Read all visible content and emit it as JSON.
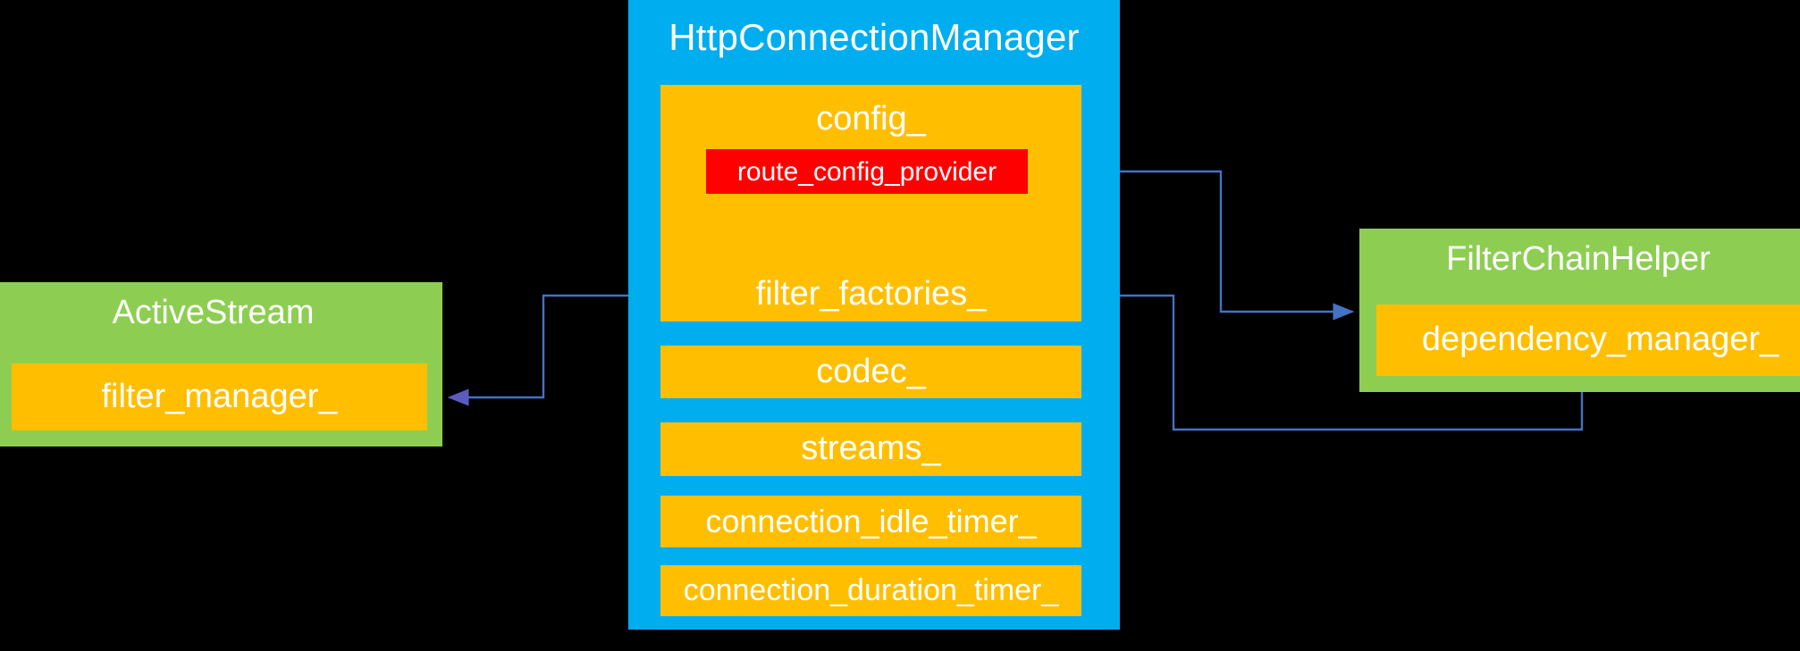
{
  "diagram": {
    "title": "HttpConnectionManager class relationship diagram",
    "background_color": "#000000",
    "colors": {
      "class_container": "#00ADEF",
      "member_box": "#FFBF00",
      "peer_class": "#8DCE52",
      "highlight": "#FF0000",
      "connector": "#4472C4",
      "text": "#FFFFFF"
    }
  },
  "http_connection_manager": {
    "title": "HttpConnectionManager",
    "members": [
      {
        "label": "config_",
        "nested": {
          "label": "route_config_provider",
          "highlight": true
        }
      },
      {
        "label": "filter_factories_"
      },
      {
        "label": "codec_"
      },
      {
        "label": "streams_"
      },
      {
        "label": "connection_idle_timer_"
      },
      {
        "label": "connection_duration_timer_"
      }
    ]
  },
  "active_stream": {
    "title": "ActiveStream",
    "members": [
      {
        "label": "filter_manager_"
      }
    ]
  },
  "filter_chain_helper": {
    "title": "FilterChainHelper",
    "members": [
      {
        "label": "dependency_manager_"
      }
    ]
  },
  "connectors": [
    {
      "name": "config-to-filter-chain-helper",
      "from": "route_config_provider",
      "to": "dependency_manager_",
      "direction": "right",
      "color": "#4472C4"
    },
    {
      "name": "filter-chain-helper-to-filter-factories",
      "from": "FilterChainHelper",
      "to": "filter_factories_",
      "direction": "left",
      "color": "#4472C4"
    },
    {
      "name": "filter-factories-to-filter-manager",
      "from": "filter_factories_",
      "to": "filter_manager_",
      "direction": "left",
      "color": "#4472C4"
    }
  ]
}
